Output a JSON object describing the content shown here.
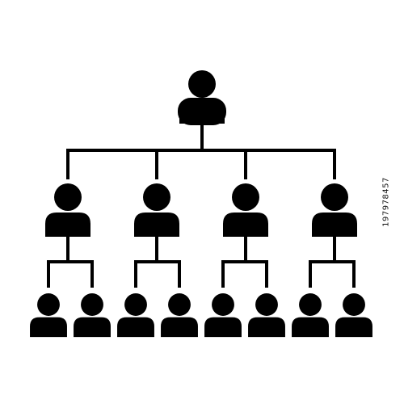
{
  "diagram": {
    "type": "org-chart-icon",
    "icon": "person-icon",
    "levels": [
      {
        "level": 1,
        "count": 1
      },
      {
        "level": 2,
        "count": 4
      },
      {
        "level": 3,
        "count": 8
      }
    ],
    "colors": {
      "ink": "#000000",
      "frame": "#ffffff",
      "background": "#ffffff"
    }
  },
  "watermark": {
    "stock_id": "197978457"
  }
}
